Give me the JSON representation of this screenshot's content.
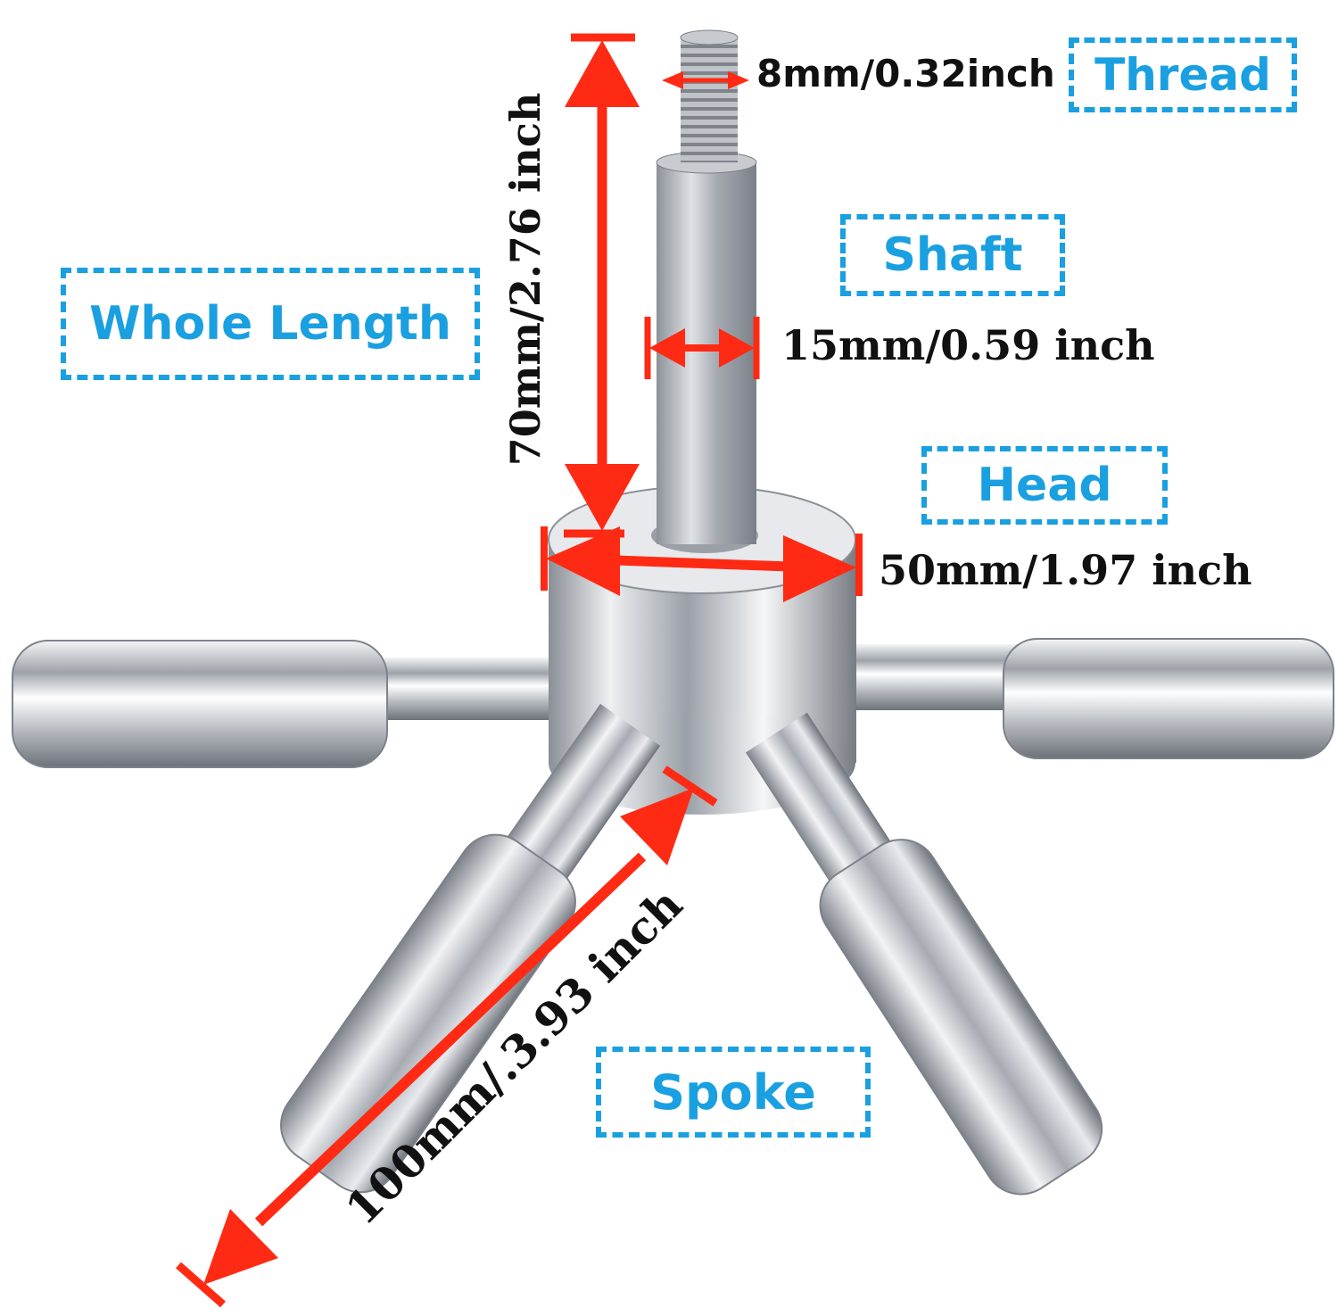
{
  "labels": {
    "thread": "Thread",
    "shaft": "Shaft",
    "whole_length": "Whole Length",
    "head": "Head",
    "spoke": "Spoke"
  },
  "dimensions": {
    "thread": "8mm/0.32inch",
    "shaft": "15mm/0.59 inch",
    "whole_length": "70mm/2.76 inch",
    "head": "50mm/1.97 inch",
    "spoke": "100mm/.3.93 inch"
  },
  "colors": {
    "arrow": "#ff2a14",
    "label_box": "#1aa0e0",
    "text": "#111111",
    "metal": "#c9ccd1"
  }
}
